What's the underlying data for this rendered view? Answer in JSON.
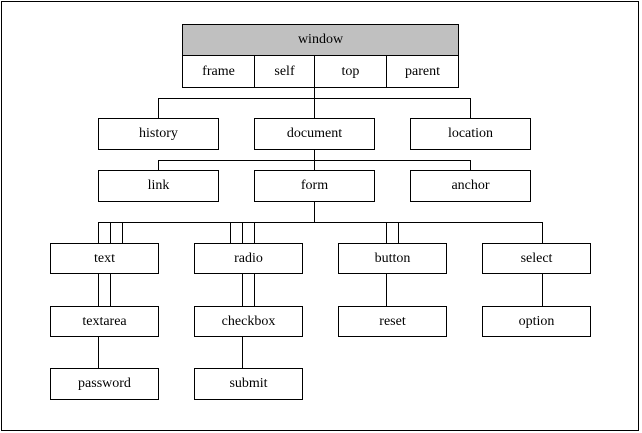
{
  "window": {
    "title": "window",
    "properties": [
      "frame",
      "self",
      "top",
      "parent"
    ]
  },
  "level1": [
    "history",
    "document",
    "location"
  ],
  "level2": [
    "link",
    "form",
    "anchor"
  ],
  "level3": [
    "text",
    "radio",
    "button",
    "select"
  ],
  "level4": [
    "textarea",
    "checkbox",
    "reset",
    "option"
  ],
  "level5": [
    "password",
    "submit"
  ]
}
